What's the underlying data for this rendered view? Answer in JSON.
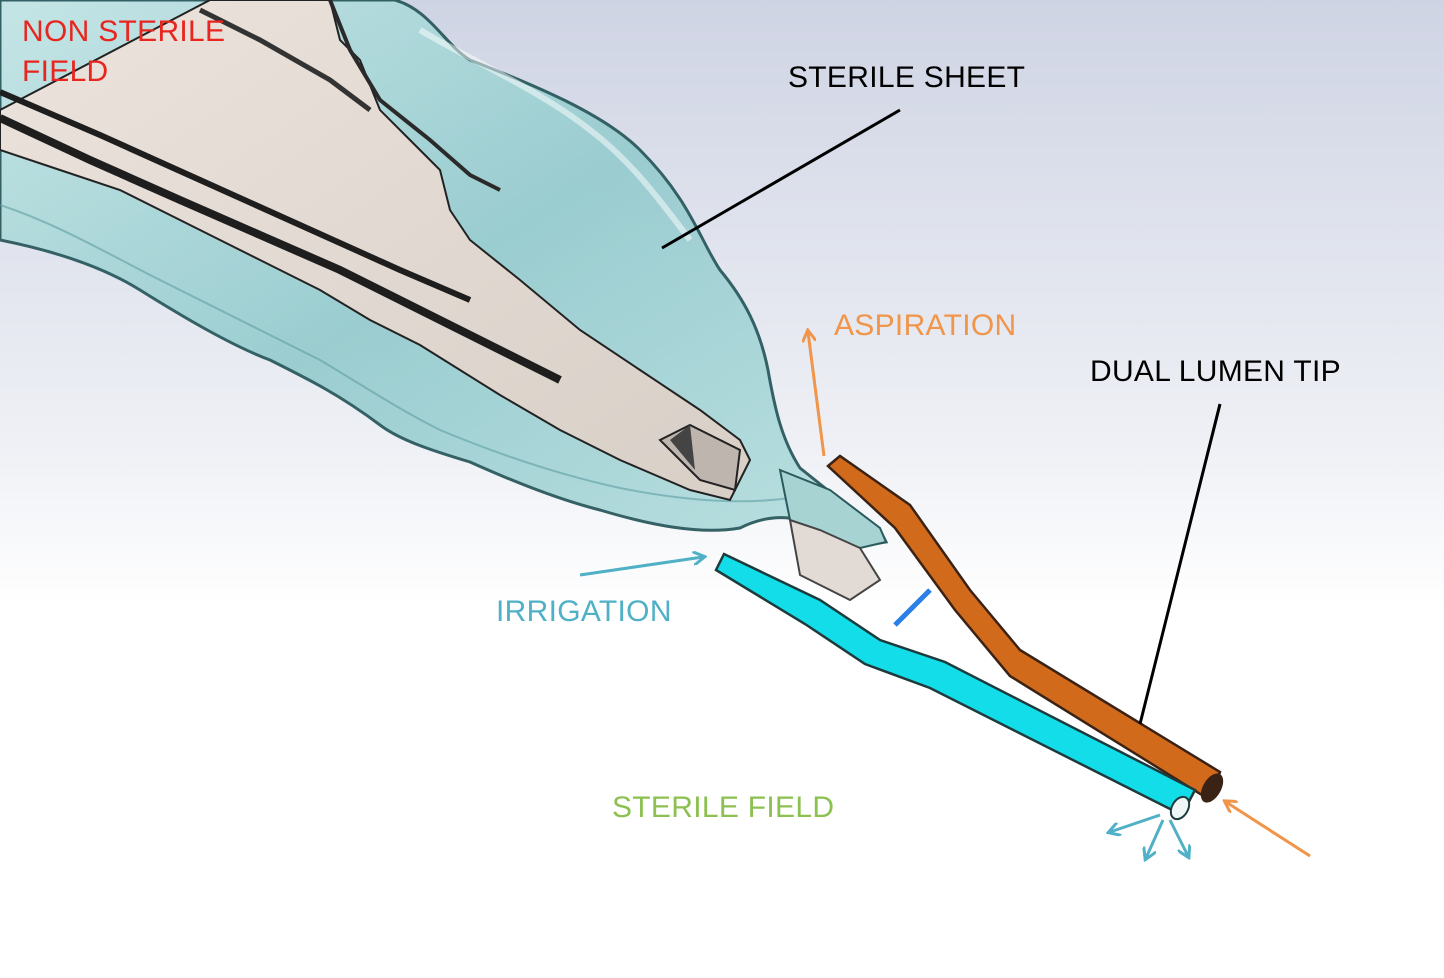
{
  "labels": {
    "non_sterile_field": "NON STERILE\nFIELD",
    "sterile_sheet": "STERILE SHEET",
    "aspiration": "ASPIRATION",
    "dual_lumen_tip": "DUAL LUMEN TIP",
    "irrigation": "IRRIGATION",
    "sterile_field": "STERILE FIELD"
  },
  "colors": {
    "non_sterile_text": "#e8251f",
    "leader_line": "#000000",
    "aspiration": "#f0954a",
    "irrigation": "#4fb0c6",
    "sterile_field_text": "#8cc152",
    "aspiration_lumen": "#d26a1c",
    "irrigation_lumen": "#12dde8",
    "sheet_fill": "#9fd0d3",
    "sheet_edge": "#2b5a5e",
    "handpiece": "#e2dad4"
  }
}
